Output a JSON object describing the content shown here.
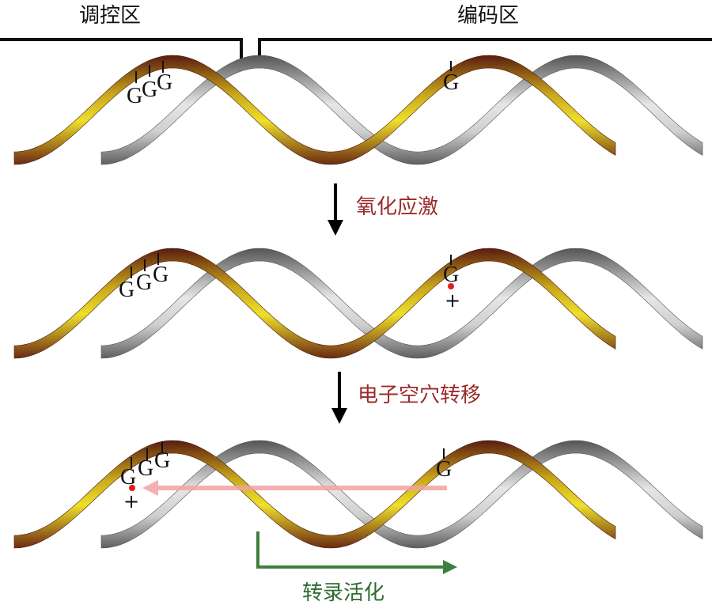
{
  "labels": {
    "regulatory_region": "调控区",
    "coding_region": "编码区",
    "step_oxidative_stress": "氧化应激",
    "step_hole_transfer": "电子空穴转移",
    "step_transcription_activation": "转录活化"
  },
  "bases": {
    "ggg_top": [
      "G",
      "G",
      "G"
    ],
    "g_top": "G",
    "ggg_mid": [
      "G",
      "G",
      "G"
    ],
    "g_mid": "G",
    "plus_mid": "+",
    "ggg_bottom": [
      "G",
      "G",
      "G"
    ],
    "g_bottom": "G",
    "plus_bottom": "+"
  },
  "colors": {
    "step_text": "#9b2a2a",
    "activation_text": "#2f6b2f",
    "activation_arrow": "#3f7f3f",
    "transfer_arrow": "#f1a3a3",
    "radical_dot": "#e01e1e",
    "gold_strand": "#e6d31a",
    "gray_strand": "#9a9a9a"
  },
  "icons": {
    "down_arrow_1": "down-arrow-icon",
    "down_arrow_2": "down-arrow-icon",
    "left_arrow": "left-arrow-icon",
    "right_angle_arrow": "right-angle-arrow-icon"
  }
}
